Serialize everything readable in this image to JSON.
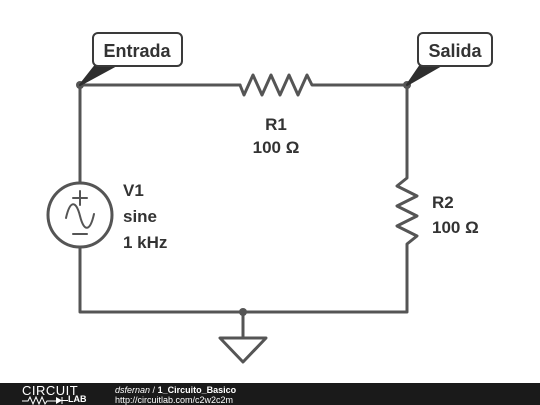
{
  "schematic": {
    "labels": {
      "input": "Entrada",
      "output": "Salida"
    },
    "source": {
      "name": "V1",
      "type": "sine",
      "freq": "1 kHz"
    },
    "r1": {
      "name": "R1",
      "value": "100 Ω"
    },
    "r2": {
      "name": "R2",
      "value": "100 Ω"
    },
    "colors": {
      "wire": "#555555",
      "flag": "#2e2e2e",
      "label_text": "#333333"
    }
  },
  "footer": {
    "logo_top": "CIRCUIT",
    "logo_bottom": "LAB",
    "author": "dsfernan",
    "separator": "/",
    "title": "1_Circuito_Basico",
    "url": "http://circuitlab.com/c2w2c2m"
  }
}
